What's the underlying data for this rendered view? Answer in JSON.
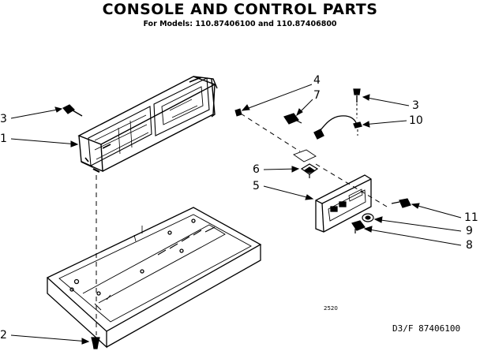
{
  "title": "CONSOLE AND CONTROL PARTS",
  "subtitle": "For Models: 110.87406100 and 110.87406800",
  "figure_number": "2520",
  "diagram_code": "D3/F 87406100",
  "callouts": [
    {
      "id": "c1",
      "label": "1"
    },
    {
      "id": "c2",
      "label": "2"
    },
    {
      "id": "c3a",
      "label": "3"
    },
    {
      "id": "c3b",
      "label": "3"
    },
    {
      "id": "c4",
      "label": "4"
    },
    {
      "id": "c5",
      "label": "5"
    },
    {
      "id": "c6",
      "label": "6"
    },
    {
      "id": "c7",
      "label": "7"
    },
    {
      "id": "c8",
      "label": "8"
    },
    {
      "id": "c9",
      "label": "9"
    },
    {
      "id": "c10",
      "label": "10"
    },
    {
      "id": "c11",
      "label": "11"
    }
  ]
}
